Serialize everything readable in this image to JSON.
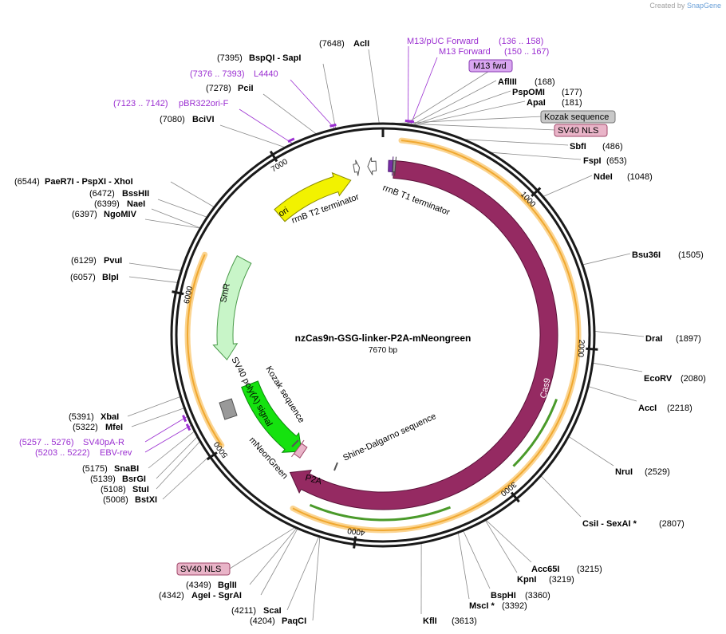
{
  "credit": {
    "prefix": "Created by",
    "brand": "SnapGene"
  },
  "plasmid": {
    "name": "nzCas9n-GSG-linker-P2A-mNeongreen",
    "length_label": "7670 bp",
    "length": 7670
  },
  "ticks": [
    "1000",
    "2000",
    "3000",
    "4000",
    "5000",
    "6000",
    "7000"
  ],
  "sites": [
    {
      "pos": "(7648)",
      "name": "AclI",
      "bp": 7648
    },
    {
      "pos": "(7395)",
      "name": "BspQI  - SapI",
      "bp": 7395
    },
    {
      "pos": "(7278)",
      "name": "PciI",
      "bp": 7278
    },
    {
      "pos": "(7080)",
      "name": "BciVI",
      "bp": 7080
    },
    {
      "pos": "(6544)",
      "name": "PaeR7I  - PspXI  - XhoI",
      "bp": 6544
    },
    {
      "pos": "(6472)",
      "name": "BssHII",
      "bp": 6472
    },
    {
      "pos": "(6399)",
      "name": "NaeI",
      "bp": 6399
    },
    {
      "pos": "(6397)",
      "name": "NgoMIV",
      "bp": 6397
    },
    {
      "pos": "(6129)",
      "name": "PvuI",
      "bp": 6129
    },
    {
      "pos": "(6057)",
      "name": "BlpI",
      "bp": 6057
    },
    {
      "pos": "(5391)",
      "name": "XbaI",
      "bp": 5391
    },
    {
      "pos": "(5322)",
      "name": "MfeI",
      "bp": 5322
    },
    {
      "pos": "(5175)",
      "name": "SnaBI",
      "bp": 5175
    },
    {
      "pos": "(5139)",
      "name": "BsrGI",
      "bp": 5139
    },
    {
      "pos": "(5108)",
      "name": "StuI",
      "bp": 5108
    },
    {
      "pos": "(5008)",
      "name": "BstXI",
      "bp": 5008
    },
    {
      "pos": "(4349)",
      "name": "BglII",
      "bp": 4349
    },
    {
      "pos": "(4342)",
      "name": "AgeI  - SgrAI",
      "bp": 4342
    },
    {
      "pos": "(4211)",
      "name": "ScaI",
      "bp": 4211
    },
    {
      "pos": "(4204)",
      "name": "PaqCI",
      "bp": 4204
    },
    {
      "pos": "(3613)",
      "name": "KflI",
      "bp": 3613
    },
    {
      "pos": "(3392)",
      "name": "MscI *",
      "bp": 3392
    },
    {
      "pos": "(3360)",
      "name": "BspHI",
      "bp": 3360
    },
    {
      "pos": "(3219)",
      "name": "KpnI",
      "bp": 3219
    },
    {
      "pos": "(3215)",
      "name": "Acc65I",
      "bp": 3215
    },
    {
      "pos": "(2807)",
      "name": "CsiI  - SexAI *",
      "bp": 2807
    },
    {
      "pos": "(2529)",
      "name": "NruI",
      "bp": 2529
    },
    {
      "pos": "(2218)",
      "name": "AccI",
      "bp": 2218
    },
    {
      "pos": "(2080)",
      "name": "EcoRV",
      "bp": 2080
    },
    {
      "pos": "(1897)",
      "name": "DraI",
      "bp": 1897
    },
    {
      "pos": "(1505)",
      "name": "Bsu36I",
      "bp": 1505
    },
    {
      "pos": "(1048)",
      "name": "NdeI",
      "bp": 1048
    },
    {
      "pos": "(653)",
      "name": "FspI",
      "bp": 653
    },
    {
      "pos": "(486)",
      "name": "SbfI",
      "bp": 486
    },
    {
      "pos": "(181)",
      "name": "ApaI",
      "bp": 181
    },
    {
      "pos": "(177)",
      "name": "PspOMI",
      "bp": 177
    },
    {
      "pos": "(168)",
      "name": "AflIII",
      "bp": 168
    }
  ],
  "primers": [
    {
      "text": "M13/pUC Forward",
      "range": "(136 .. 158)"
    },
    {
      "text": "M13 Forward",
      "range": "(150 .. 167)"
    },
    {
      "text": "L4440",
      "range": "(7376 .. 7393)"
    },
    {
      "text": "pBR322ori-F",
      "range": "(7123 .. 7142)"
    },
    {
      "text": "SV40pA-R",
      "range": "(5257 .. 5276)"
    },
    {
      "text": "EBV-rev",
      "range": "(5203 .. 5222)"
    }
  ],
  "boxes": [
    {
      "text": "M13 fwd",
      "fill": "#d9a6f0",
      "stroke": "#8a3fb5"
    },
    {
      "text": "Kozak sequence",
      "fill": "#c8c8c8",
      "stroke": "#777777"
    },
    {
      "text": "SV40 NLS",
      "fill": "#e9b4c8",
      "stroke": "#a0476a"
    },
    {
      "text": "SV40 NLS",
      "fill": "#e9b4c8",
      "stroke": "#a0476a"
    }
  ],
  "features": [
    {
      "label": "Cas9",
      "color": "#952a62"
    },
    {
      "label": "mNeonGreen",
      "color": "#15e20f"
    },
    {
      "label": "SmR",
      "color": "#c8f5c8"
    },
    {
      "label": "ori",
      "color": "#f2f200"
    },
    {
      "label": "rrnB T2 terminator",
      "color": "#ffffff"
    },
    {
      "label": "rrnB T1 terminator",
      "color": "#ffffff"
    },
    {
      "label": "P2A",
      "color": "#e9b4c8"
    },
    {
      "label": "SV40 poly(A) signal",
      "color": "#999999"
    },
    {
      "label": "Kozak sequence",
      "color": "#c8c8c8"
    },
    {
      "label": "Shine-Dalgarno sequence",
      "color": "#c8c8c8"
    }
  ],
  "colors": {
    "backbone": "#1a1a1a",
    "orf": "#f7b84b",
    "orf_arrow": "#4a9a2a",
    "primer": "#9b2fd1"
  }
}
